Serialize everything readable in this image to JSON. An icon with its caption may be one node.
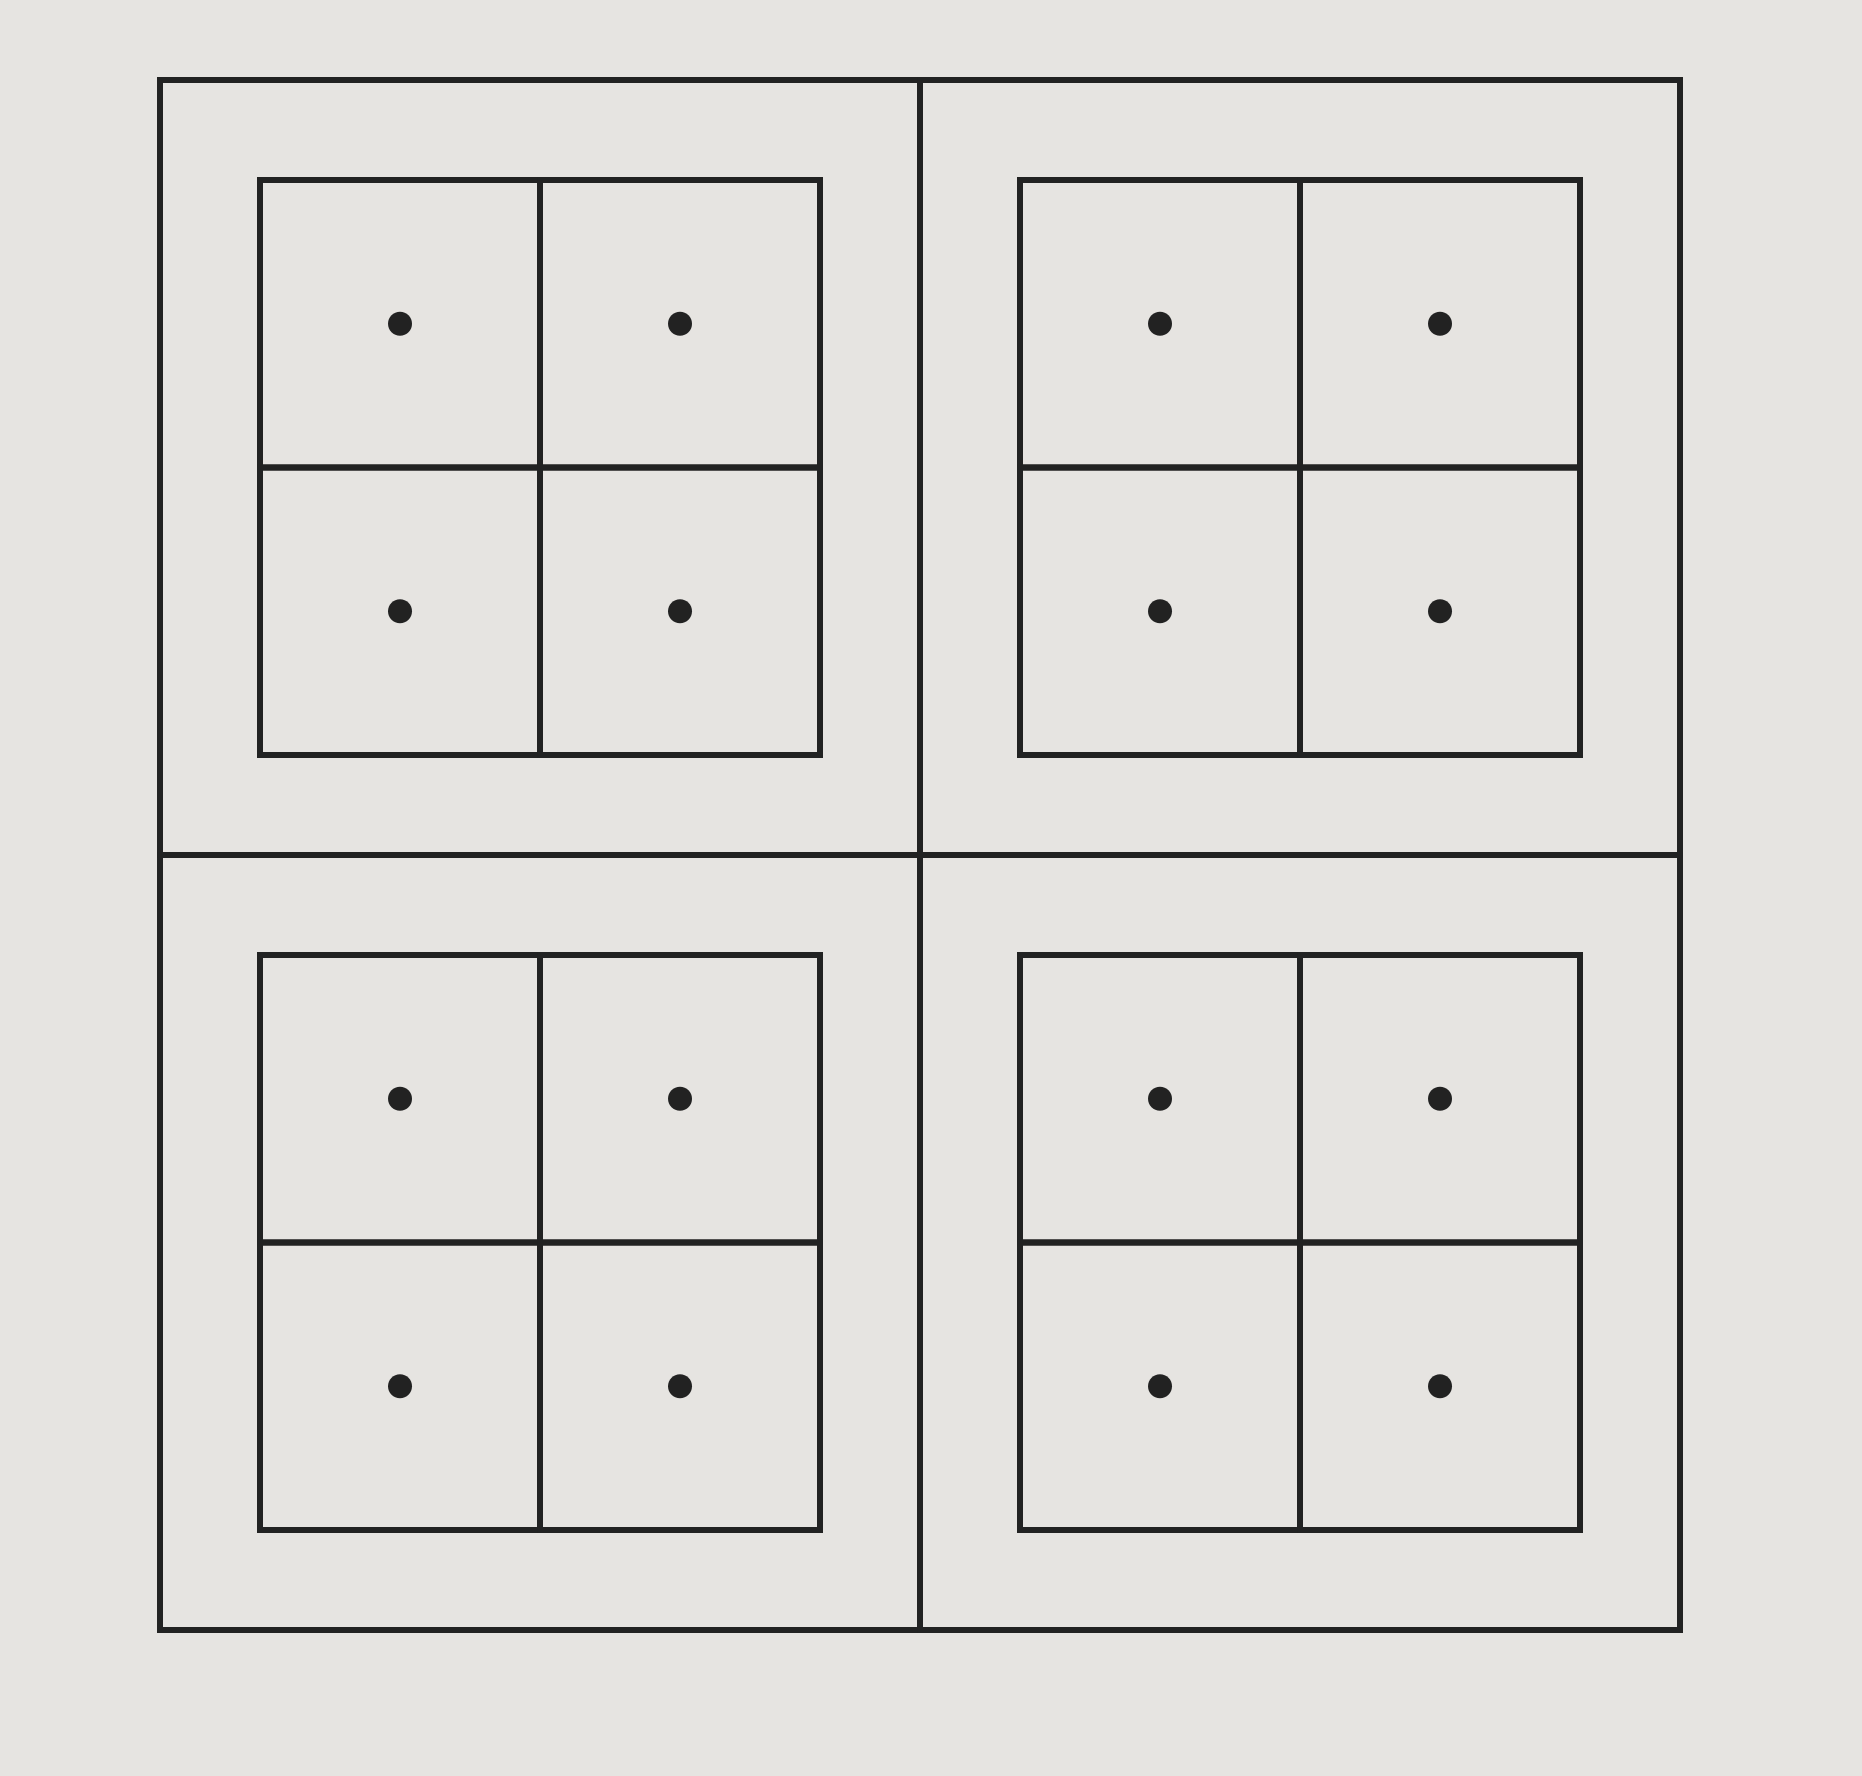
{
  "diagram": {
    "nodes": [
      {
        "text": [],
        "shape": "box"
      },
      {
        "text": [],
        "shape": "box",
        "in": 0
      },
      {
        "text": [],
        "shape": "box",
        "in": 0
      },
      {
        "text": [],
        "shape": "box",
        "in": 0
      },
      {
        "text": [],
        "shape": "box",
        "in": 0
      },
      {
        "text": [],
        "shape": "box",
        "in": 1
      },
      {
        "text": [],
        "shape": "box",
        "in": 2
      },
      {
        "text": [],
        "shape": "box",
        "in": 3
      },
      {
        "text": [],
        "shape": "box",
        "in": 4
      },
      {
        "text": [],
        "shape": "box",
        "in": 5
      },
      {
        "text": [],
        "shape": "box",
        "in": 5
      },
      {
        "text": [],
        "shape": "box",
        "in": 5
      },
      {
        "text": [],
        "shape": "box",
        "in": 5
      },
      {
        "text": [],
        "shape": "box",
        "in": 6
      },
      {
        "text": [],
        "shape": "box",
        "in": 6
      },
      {
        "text": [],
        "shape": "box",
        "in": 6
      },
      {
        "text": [],
        "shape": "box",
        "in": 6
      },
      {
        "text": [],
        "shape": "box",
        "in": 7
      },
      {
        "text": [],
        "shape": "box",
        "in": 7
      },
      {
        "text": [],
        "shape": "box",
        "in": 7
      },
      {
        "text": [],
        "shape": "box",
        "in": 7
      },
      {
        "text": [],
        "shape": "box",
        "in": 8
      },
      {
        "text": [],
        "shape": "box",
        "in": 8
      },
      {
        "text": [],
        "shape": "box",
        "in": 8
      },
      {
        "text": [],
        "shape": "box",
        "in": 8
      },
      {
        "text": [],
        "shape": "circle",
        "in": 9
      },
      {
        "text": [],
        "shape": "circle",
        "in": 10
      },
      {
        "text": [],
        "shape": "circle",
        "in": 11
      },
      {
        "text": [],
        "shape": "circle",
        "in": 12
      },
      {
        "text": [],
        "shape": "circle",
        "in": 13
      },
      {
        "text": [],
        "shape": "circle",
        "in": 14
      },
      {
        "text": [],
        "shape": "circle",
        "in": 15
      },
      {
        "text": [],
        "shape": "circle",
        "in": 16
      },
      {
        "text": [],
        "shape": "circle",
        "in": 17
      },
      {
        "text": [],
        "shape": "circle",
        "in": 18
      },
      {
        "text": [],
        "shape": "circle",
        "in": 19
      },
      {
        "text": [],
        "shape": "circle",
        "in": 20
      },
      {
        "text": [],
        "shape": "circle",
        "in": 21
      },
      {
        "text": [],
        "shape": "circle",
        "in": 22
      },
      {
        "text": [],
        "shape": "circle",
        "in": 23
      },
      {
        "text": [],
        "shape": "circle",
        "in": 24
      }
    ]
  }
}
